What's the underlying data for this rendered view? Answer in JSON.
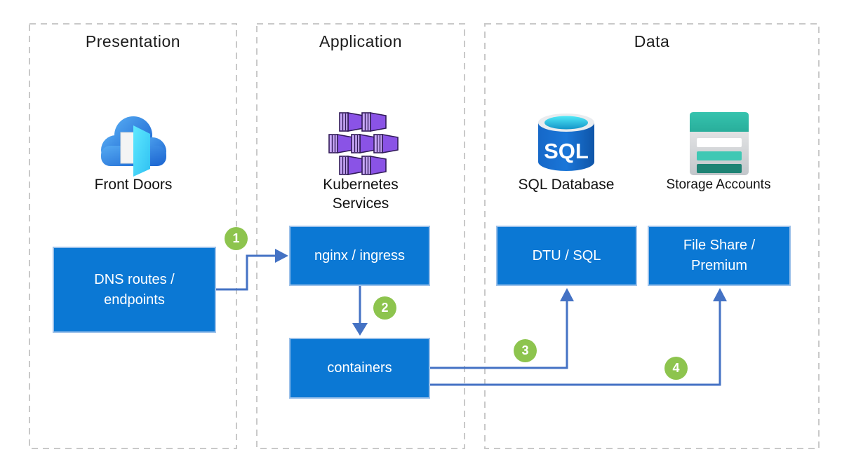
{
  "sections": [
    {
      "id": "presentation",
      "title": "Presentation"
    },
    {
      "id": "application",
      "title": "Application"
    },
    {
      "id": "data",
      "title": "Data"
    }
  ],
  "icons": {
    "front_doors": {
      "label": "Front Doors"
    },
    "kubernetes": {
      "label_line1": "Kubernetes",
      "label_line2": "Services"
    },
    "sql_database": {
      "label": "SQL Database",
      "icon_text": "SQL"
    },
    "storage_accounts": {
      "label": "Storage Accounts"
    }
  },
  "boxes": {
    "dns": {
      "line1": "DNS routes /",
      "line2": "endpoints"
    },
    "nginx": {
      "label": "nginx / ingress"
    },
    "containers": {
      "label": "containers"
    },
    "dtu": {
      "label": "DTU / SQL"
    },
    "fileshare": {
      "line1": "File Share /",
      "line2": "Premium"
    }
  },
  "steps": [
    {
      "number": "1"
    },
    {
      "number": "2"
    },
    {
      "number": "3"
    },
    {
      "number": "4"
    }
  ],
  "colors": {
    "process_box_fill": "#0b78d4",
    "process_box_border": "#9cc1ea",
    "connector_blue": "#4472c4",
    "step_green": "#8dc44e",
    "dashed_gray": "#c9c9c9",
    "k8s_purple": "#8a53e6",
    "sql_cyan": "#49e9f7",
    "storage_teal": "#2ebfac",
    "frontdoor_cyan": "#44d8f8"
  }
}
